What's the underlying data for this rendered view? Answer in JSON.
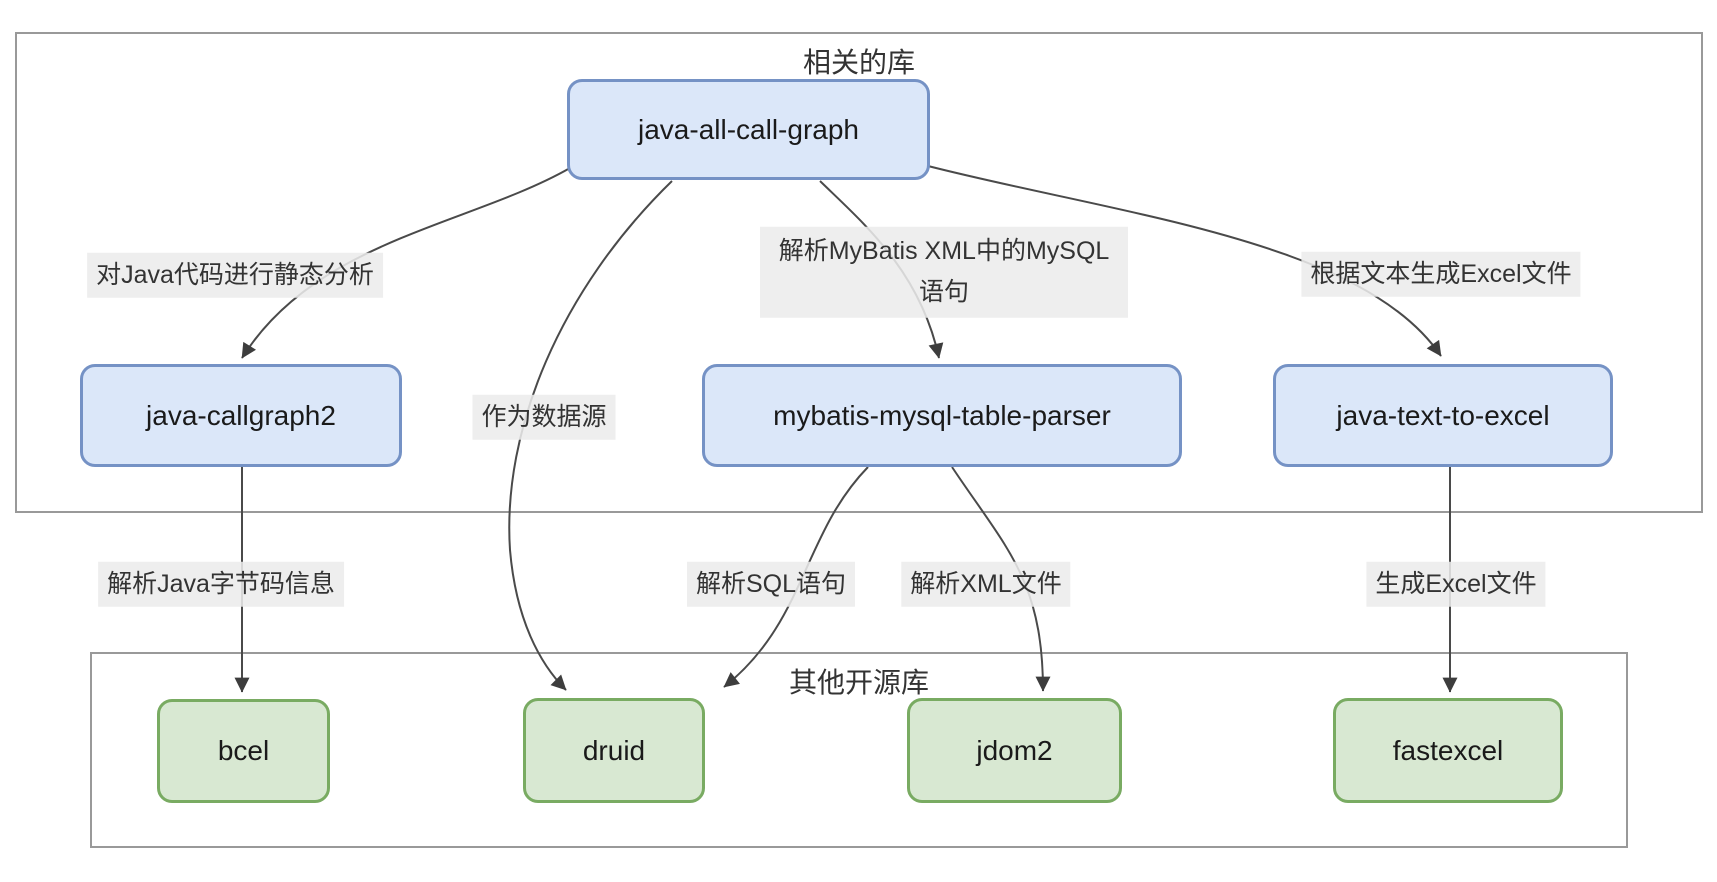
{
  "diagram": {
    "type": "flowchart",
    "clusters": {
      "related": {
        "label": "相关的库"
      },
      "other": {
        "label": "其他开源库"
      }
    },
    "nodes": {
      "jacg": {
        "label": "java-all-call-graph",
        "group": "related"
      },
      "callgraph2": {
        "label": "java-callgraph2",
        "group": "related"
      },
      "mybatis_parser": {
        "label": "mybatis-mysql-table-parser",
        "group": "related"
      },
      "text_to_excel": {
        "label": "java-text-to-excel",
        "group": "related"
      },
      "bcel": {
        "label": "bcel",
        "group": "other"
      },
      "druid": {
        "label": "druid",
        "group": "other"
      },
      "jdom2": {
        "label": "jdom2",
        "group": "other"
      },
      "fastexcel": {
        "label": "fastexcel",
        "group": "other"
      }
    },
    "edges": [
      {
        "from": "java-all-call-graph",
        "to": "java-callgraph2",
        "label": "对Java代码进行静态分析"
      },
      {
        "from": "java-all-call-graph",
        "to": "mybatis-mysql-table-parser",
        "label": "解析MyBatis XML中的MySQL 语句"
      },
      {
        "from": "java-all-call-graph",
        "to": "java-text-to-excel",
        "label": "根据文本生成Excel文件"
      },
      {
        "from": "java-all-call-graph",
        "to": "druid",
        "label": "作为数据源"
      },
      {
        "from": "java-callgraph2",
        "to": "bcel",
        "label": "解析Java字节码信息"
      },
      {
        "from": "mybatis-mysql-table-parser",
        "to": "druid",
        "label": "解析SQL语句"
      },
      {
        "from": "mybatis-mysql-table-parser",
        "to": "jdom2",
        "label": "解析XML文件"
      },
      {
        "from": "java-text-to-excel",
        "to": "fastexcel",
        "label": "生成Excel文件"
      }
    ],
    "colors": {
      "node_blue_fill": "#dbe7f9",
      "node_blue_border": "#7592c5",
      "node_green_fill": "#d8e8d2",
      "node_green_border": "#79ab62",
      "edge_line": "#4a4a4a",
      "edge_arrow": "#3d3d3d",
      "edge_label_bg": "#ebebeb",
      "cluster_border": "#999999"
    }
  }
}
